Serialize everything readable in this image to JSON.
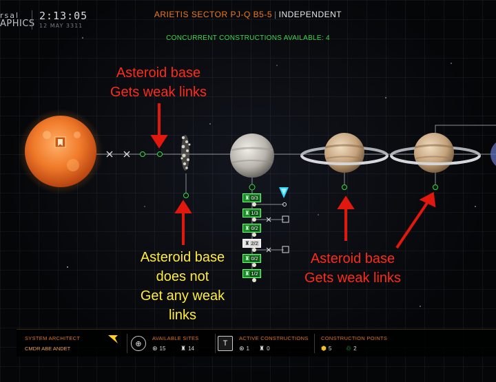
{
  "header": {
    "clock_logo_line1": "rsal",
    "clock_logo_line2": "APHICS",
    "time": "2:13:05",
    "date": "12 MAY 3311",
    "system_name": "ARIETIS SECTOR PJ-Q B5-5",
    "separator": "|",
    "government": "INDEPENDENT",
    "concurrent_constructions": "CONCURRENT CONSTRUCTIONS AVAILABLE: 4"
  },
  "annotations": {
    "top_red_line1": "Asteroid base",
    "top_red_line2": "Gets weak links",
    "yellow_line1": "Asteroid base",
    "yellow_line2": "does not",
    "yellow_line3": "Get any weak",
    "yellow_line4": "links",
    "bottom_red_line1": "Asteroid base",
    "bottom_red_line2": "Gets weak links"
  },
  "construction_sites": [
    {
      "count": "0/3",
      "style": "green"
    },
    {
      "count": "1/3",
      "style": "green"
    },
    {
      "count": "0/2",
      "style": "green"
    },
    {
      "count": "2/2",
      "style": "white"
    },
    {
      "count": "0/2",
      "style": "green"
    },
    {
      "count": "1/2",
      "style": "green"
    }
  ],
  "footer": {
    "architect_label": "SYSTEM ARCHITECT",
    "architect_name": "CMDR ABE ANDET",
    "available_sites_label": "AVAILABLE SITES",
    "available_orbital": "15",
    "available_surface": "14",
    "active_constructions_label": "ACTIVE CONSTRUCTIONS",
    "active_orbital": "1",
    "active_surface": "0",
    "construction_points_label": "CONSTRUCTION POINTS",
    "points_tier2": "5",
    "points_tier3": "2"
  },
  "colors": {
    "accent_orange": "#e07418",
    "link_green": "#3fd64f",
    "annotation_red": "#ff2a1c",
    "annotation_yellow": "#ffec3a"
  },
  "icons": {
    "orbital_site": "orbital-site-icon",
    "surface_site": "surface-site-icon",
    "tier2_points": "tier2-points-icon",
    "tier3_points": "tier3-points-icon"
  }
}
